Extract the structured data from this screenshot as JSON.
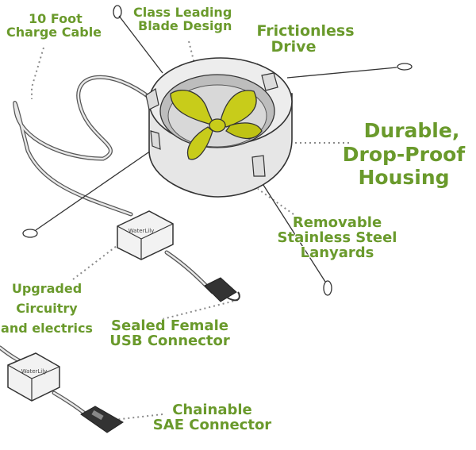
{
  "labels": {
    "charge_cable": [
      "10 Foot",
      "Charge Cable"
    ],
    "blade_design": [
      "Class Leading",
      "Blade Design"
    ],
    "frictionless": [
      "Frictionless",
      "Drive"
    ],
    "housing": [
      "Durable,",
      "Drop-Proof",
      "Housing"
    ],
    "lanyards": [
      "Removable",
      "Stainless Steel",
      "Lanyards"
    ],
    "circuitry": [
      "Upgraded",
      "Circuitry",
      "and electrics"
    ],
    "usb": [
      "Sealed Female",
      "USB Connector"
    ],
    "sae": [
      "Chainable",
      "SAE Connector"
    ]
  },
  "device_label": "WaterLily",
  "colors": {
    "label_green": "#6a9a2c",
    "blade_yellow": "#c8cc1a",
    "housing_gray": "#e6e6e6",
    "outline": "#333333"
  }
}
